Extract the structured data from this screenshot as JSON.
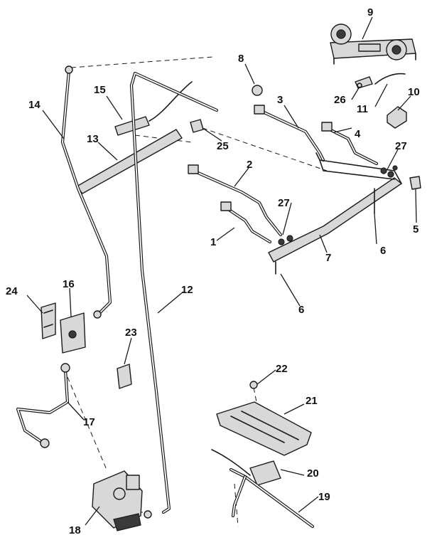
{
  "diagram": {
    "callouts": [
      "1",
      "2",
      "3",
      "4",
      "5",
      "6",
      "6",
      "7",
      "8",
      "9",
      "10",
      "11",
      "12",
      "13",
      "14",
      "15",
      "16",
      "17",
      "18",
      "19",
      "20",
      "21",
      "22",
      "23",
      "24",
      "25",
      "26",
      "27",
      "27"
    ]
  }
}
